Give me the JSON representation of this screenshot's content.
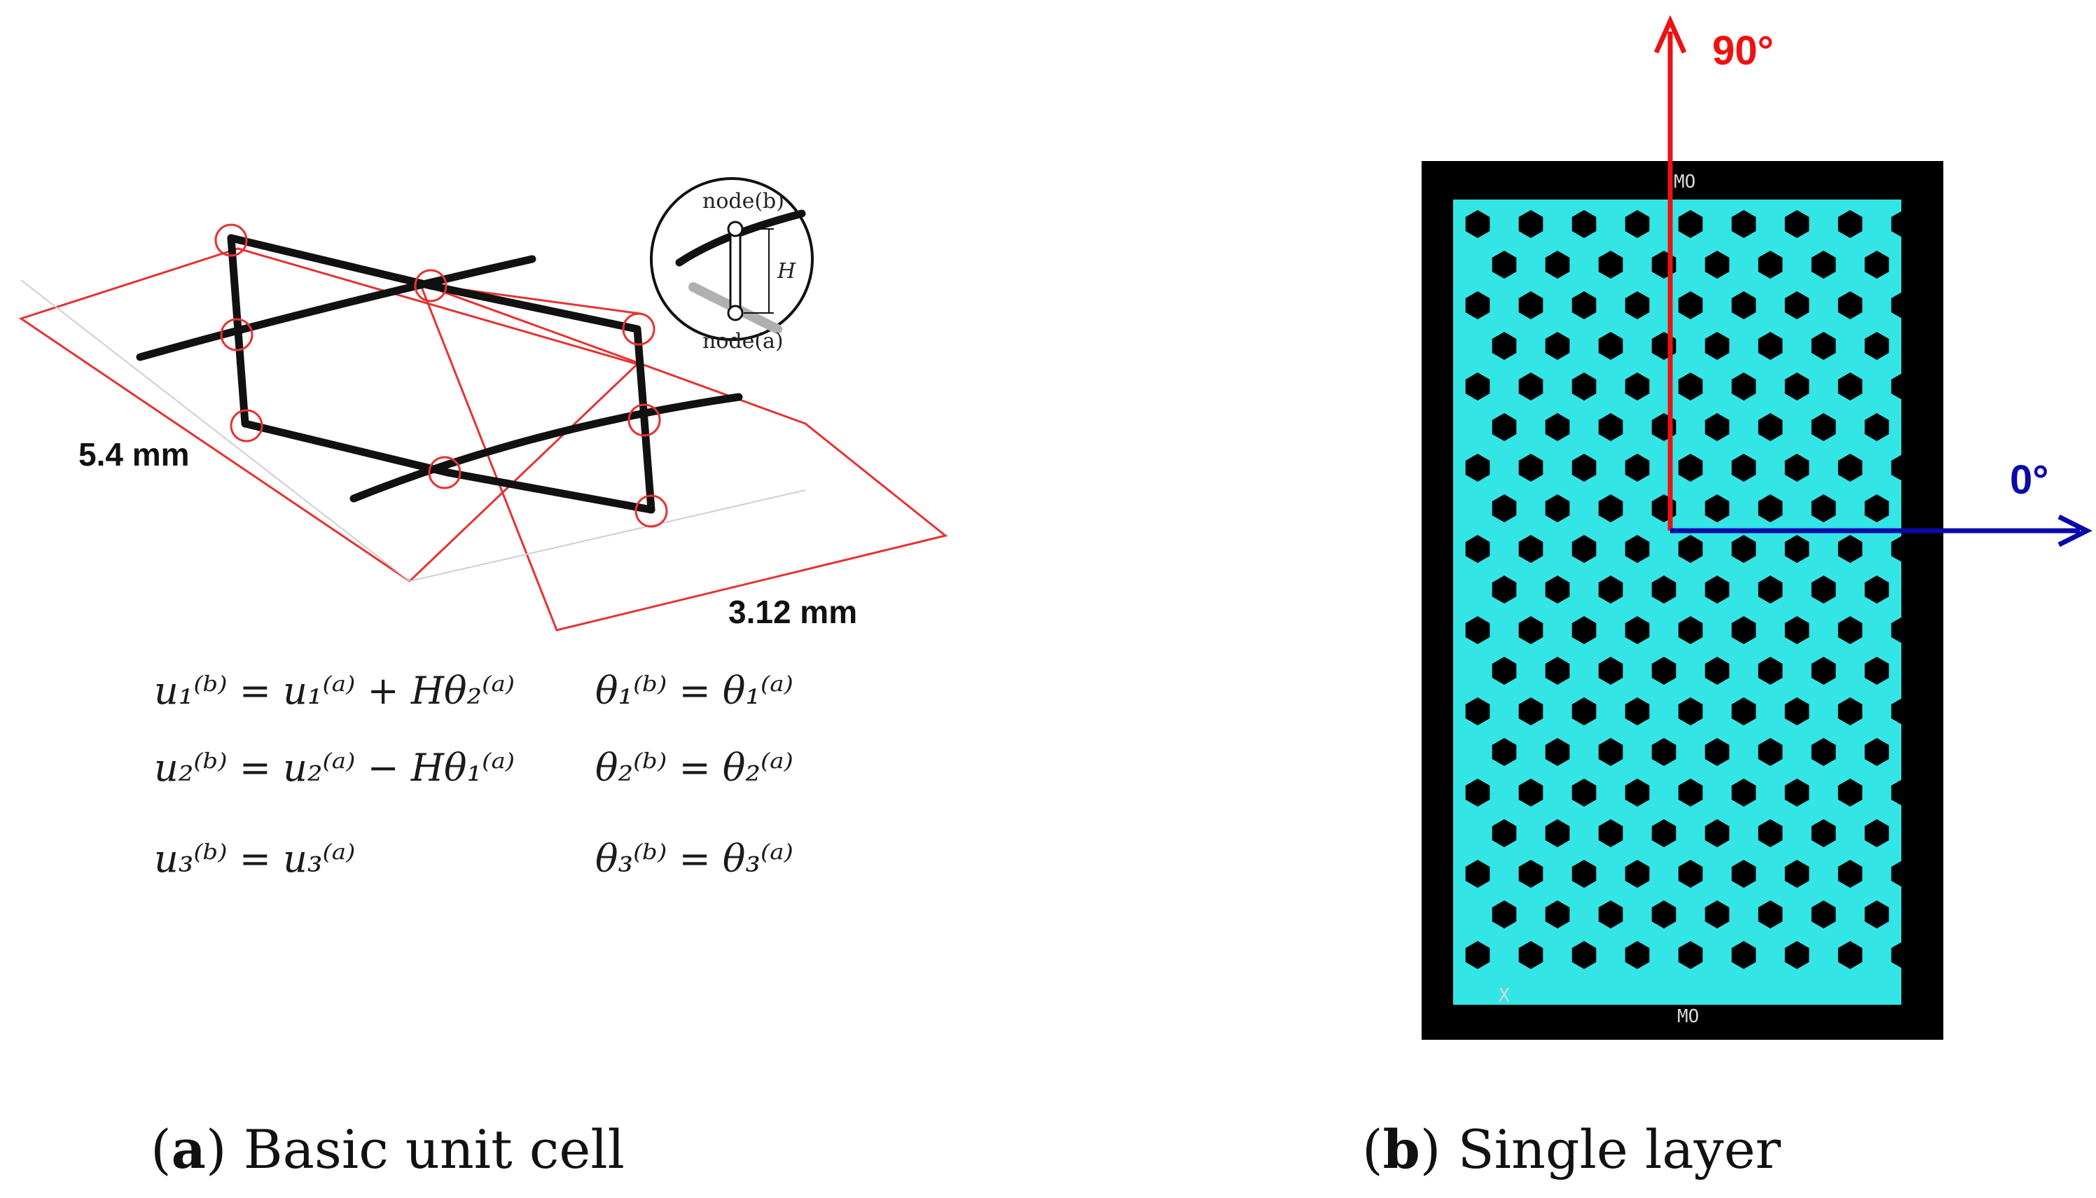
{
  "panel_a": {
    "caption_letter": "a",
    "caption_text": "Basic unit cell",
    "dim_height": "5.4 mm",
    "dim_width": "3.12 mm",
    "inset": {
      "top_label": "node(b)",
      "bottom_label": "node(a)",
      "gap_label": "H"
    },
    "equations": [
      {
        "u": "u₁⁽ᵇ⁾ = u₁⁽ᵃ⁾ + Hθ₂⁽ᵃ⁾",
        "theta": "θ₁⁽ᵇ⁾ = θ₁⁽ᵃ⁾"
      },
      {
        "u": "u₂⁽ᵇ⁾ = u₂⁽ᵃ⁾ − Hθ₁⁽ᵃ⁾",
        "theta": "θ₂⁽ᵇ⁾ = θ₂⁽ᵃ⁾"
      },
      {
        "u": "u₃⁽ᵇ⁾ = u₃⁽ᵃ⁾",
        "theta": "θ₃⁽ᵇ⁾ = θ₃⁽ᵃ⁾"
      }
    ]
  },
  "panel_b": {
    "caption_letter": "b",
    "caption_text": "Single layer",
    "angle_90": "90°",
    "angle_0": "0°",
    "mo_top": "MO",
    "mo_bottom": "MO",
    "axis_mark": "X"
  },
  "colors": {
    "lattice": "#33e5e5",
    "background_panel": "#000000",
    "axis_90": "#ee1111",
    "axis_0": "#0a0aa8",
    "highlight": "#e63232"
  }
}
